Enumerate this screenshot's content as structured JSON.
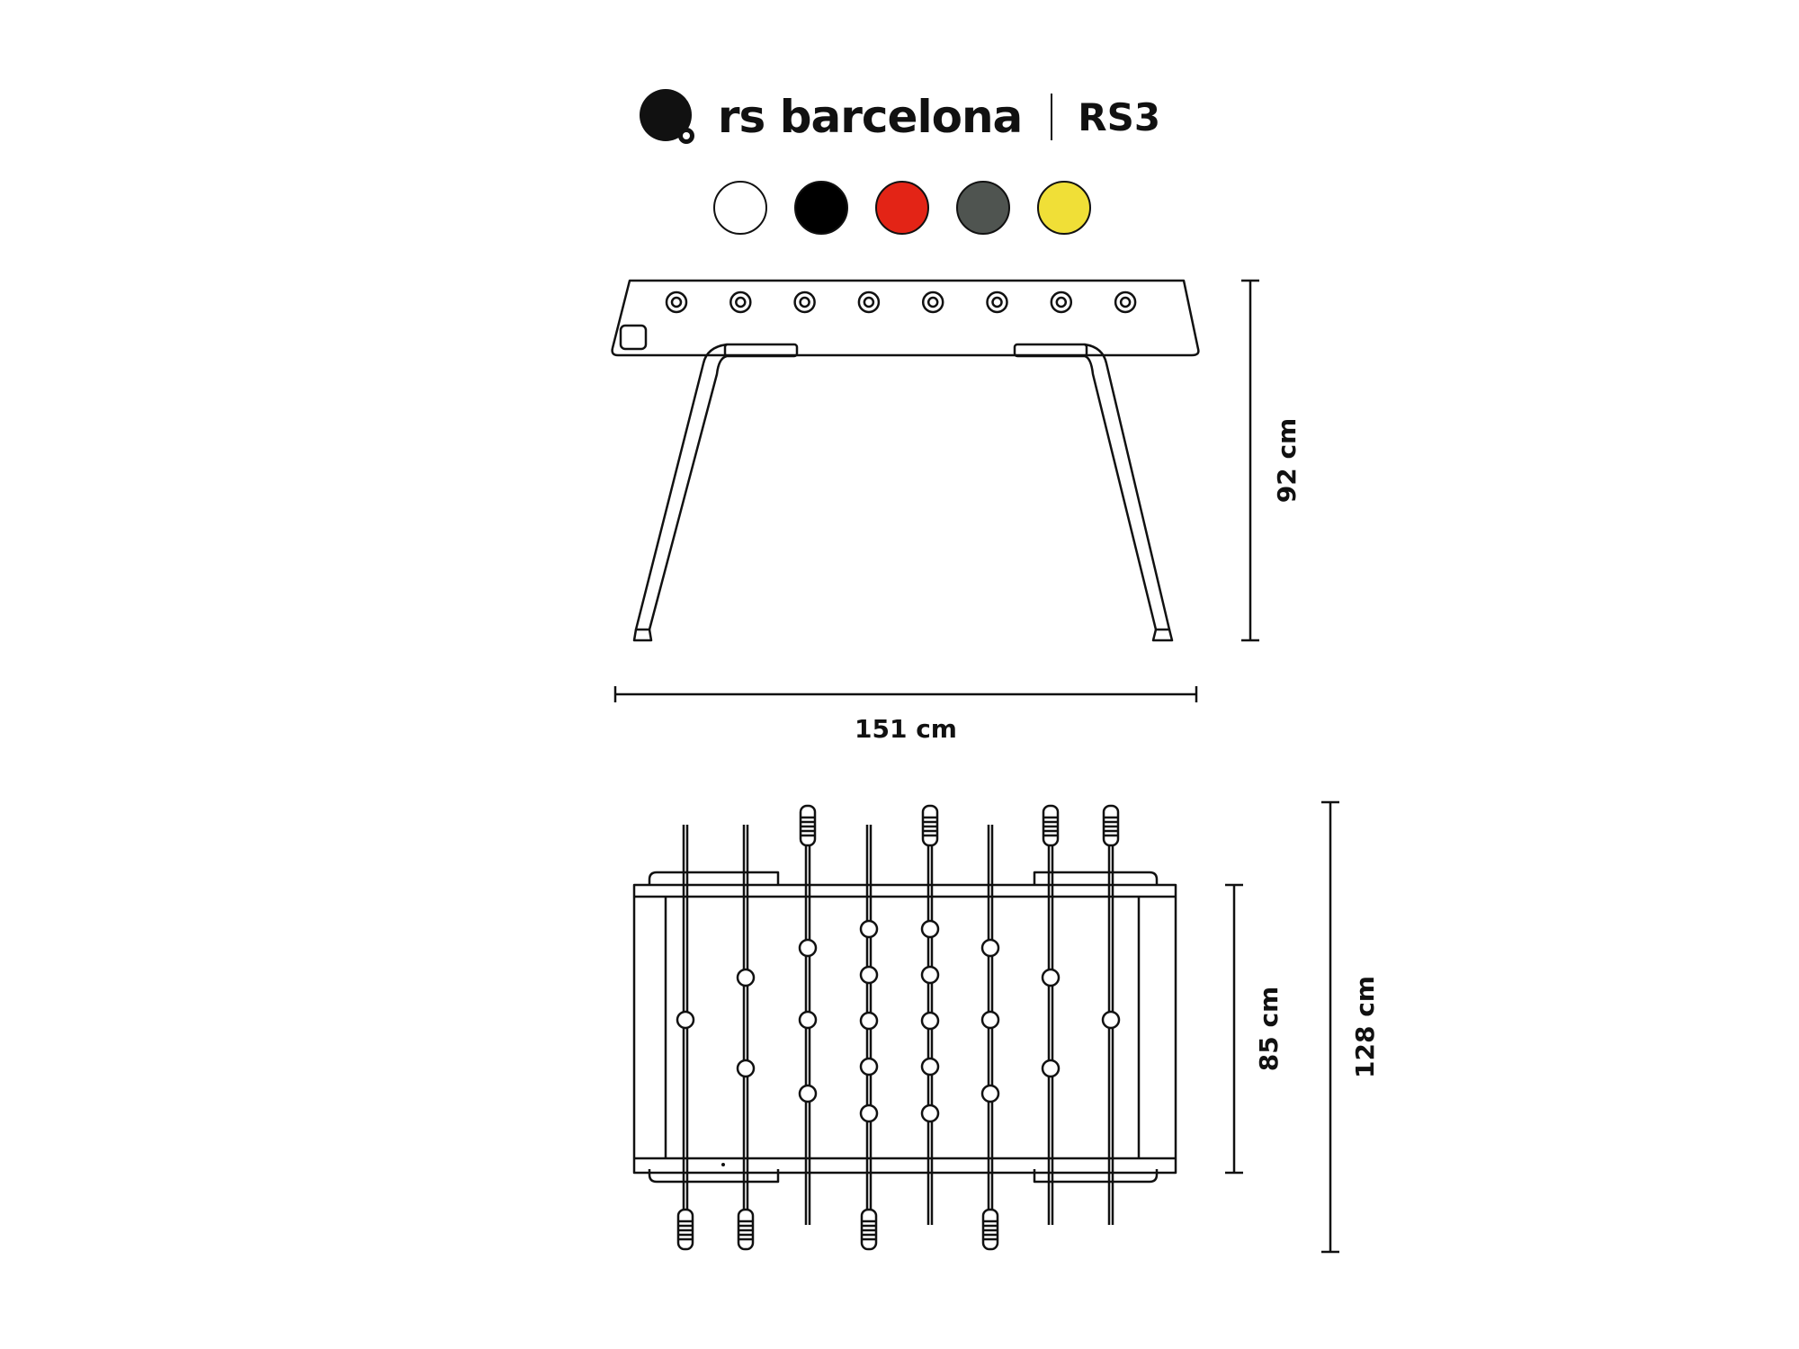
{
  "brand": {
    "name": "rs barcelona",
    "model": "RS3"
  },
  "colors": [
    {
      "name": "white",
      "hex": "#ffffff"
    },
    {
      "name": "black",
      "hex": "#000000"
    },
    {
      "name": "red",
      "hex": "#e32416"
    },
    {
      "name": "grey",
      "hex": "#4f5450"
    },
    {
      "name": "yellow",
      "hex": "#f0df37"
    }
  ],
  "dimensions": {
    "height": "92 cm",
    "length": "151 cm",
    "width": "85 cm",
    "width_with_rods": "128 cm"
  },
  "icons": {
    "logo": "rs-barcelona-logo-icon",
    "side_view": "foosball-table-side-view",
    "top_view": "foosball-table-top-view"
  }
}
